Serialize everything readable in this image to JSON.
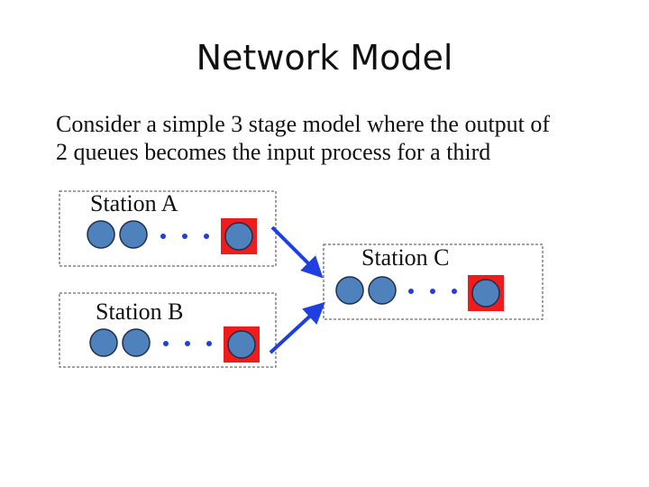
{
  "slide": {
    "title": "Network Model",
    "body_lines": [
      "Consider a simple 3 stage model where the output of",
      "2 queues becomes the input process for  a third"
    ]
  },
  "stations": [
    {
      "id": "A",
      "label": "Station A",
      "waiting_customers": 2,
      "customer_in_service": true
    },
    {
      "id": "B",
      "label": "Station B",
      "waiting_customers": 2,
      "customer_in_service": true
    },
    {
      "id": "C",
      "label": "Station C",
      "waiting_customers": 2,
      "customer_in_service": true
    }
  ],
  "flows": [
    {
      "from": "A",
      "to": "C"
    },
    {
      "from": "B",
      "to": "C"
    }
  ],
  "colors": {
    "customer_fill": "#4f81bd",
    "customer_stroke": "#1f2f4a",
    "server_fill": "#ee1c1c",
    "arrow": "#1f3fe0",
    "ellipsis_dots": "#1f3fe0",
    "box_border": "#444444"
  }
}
